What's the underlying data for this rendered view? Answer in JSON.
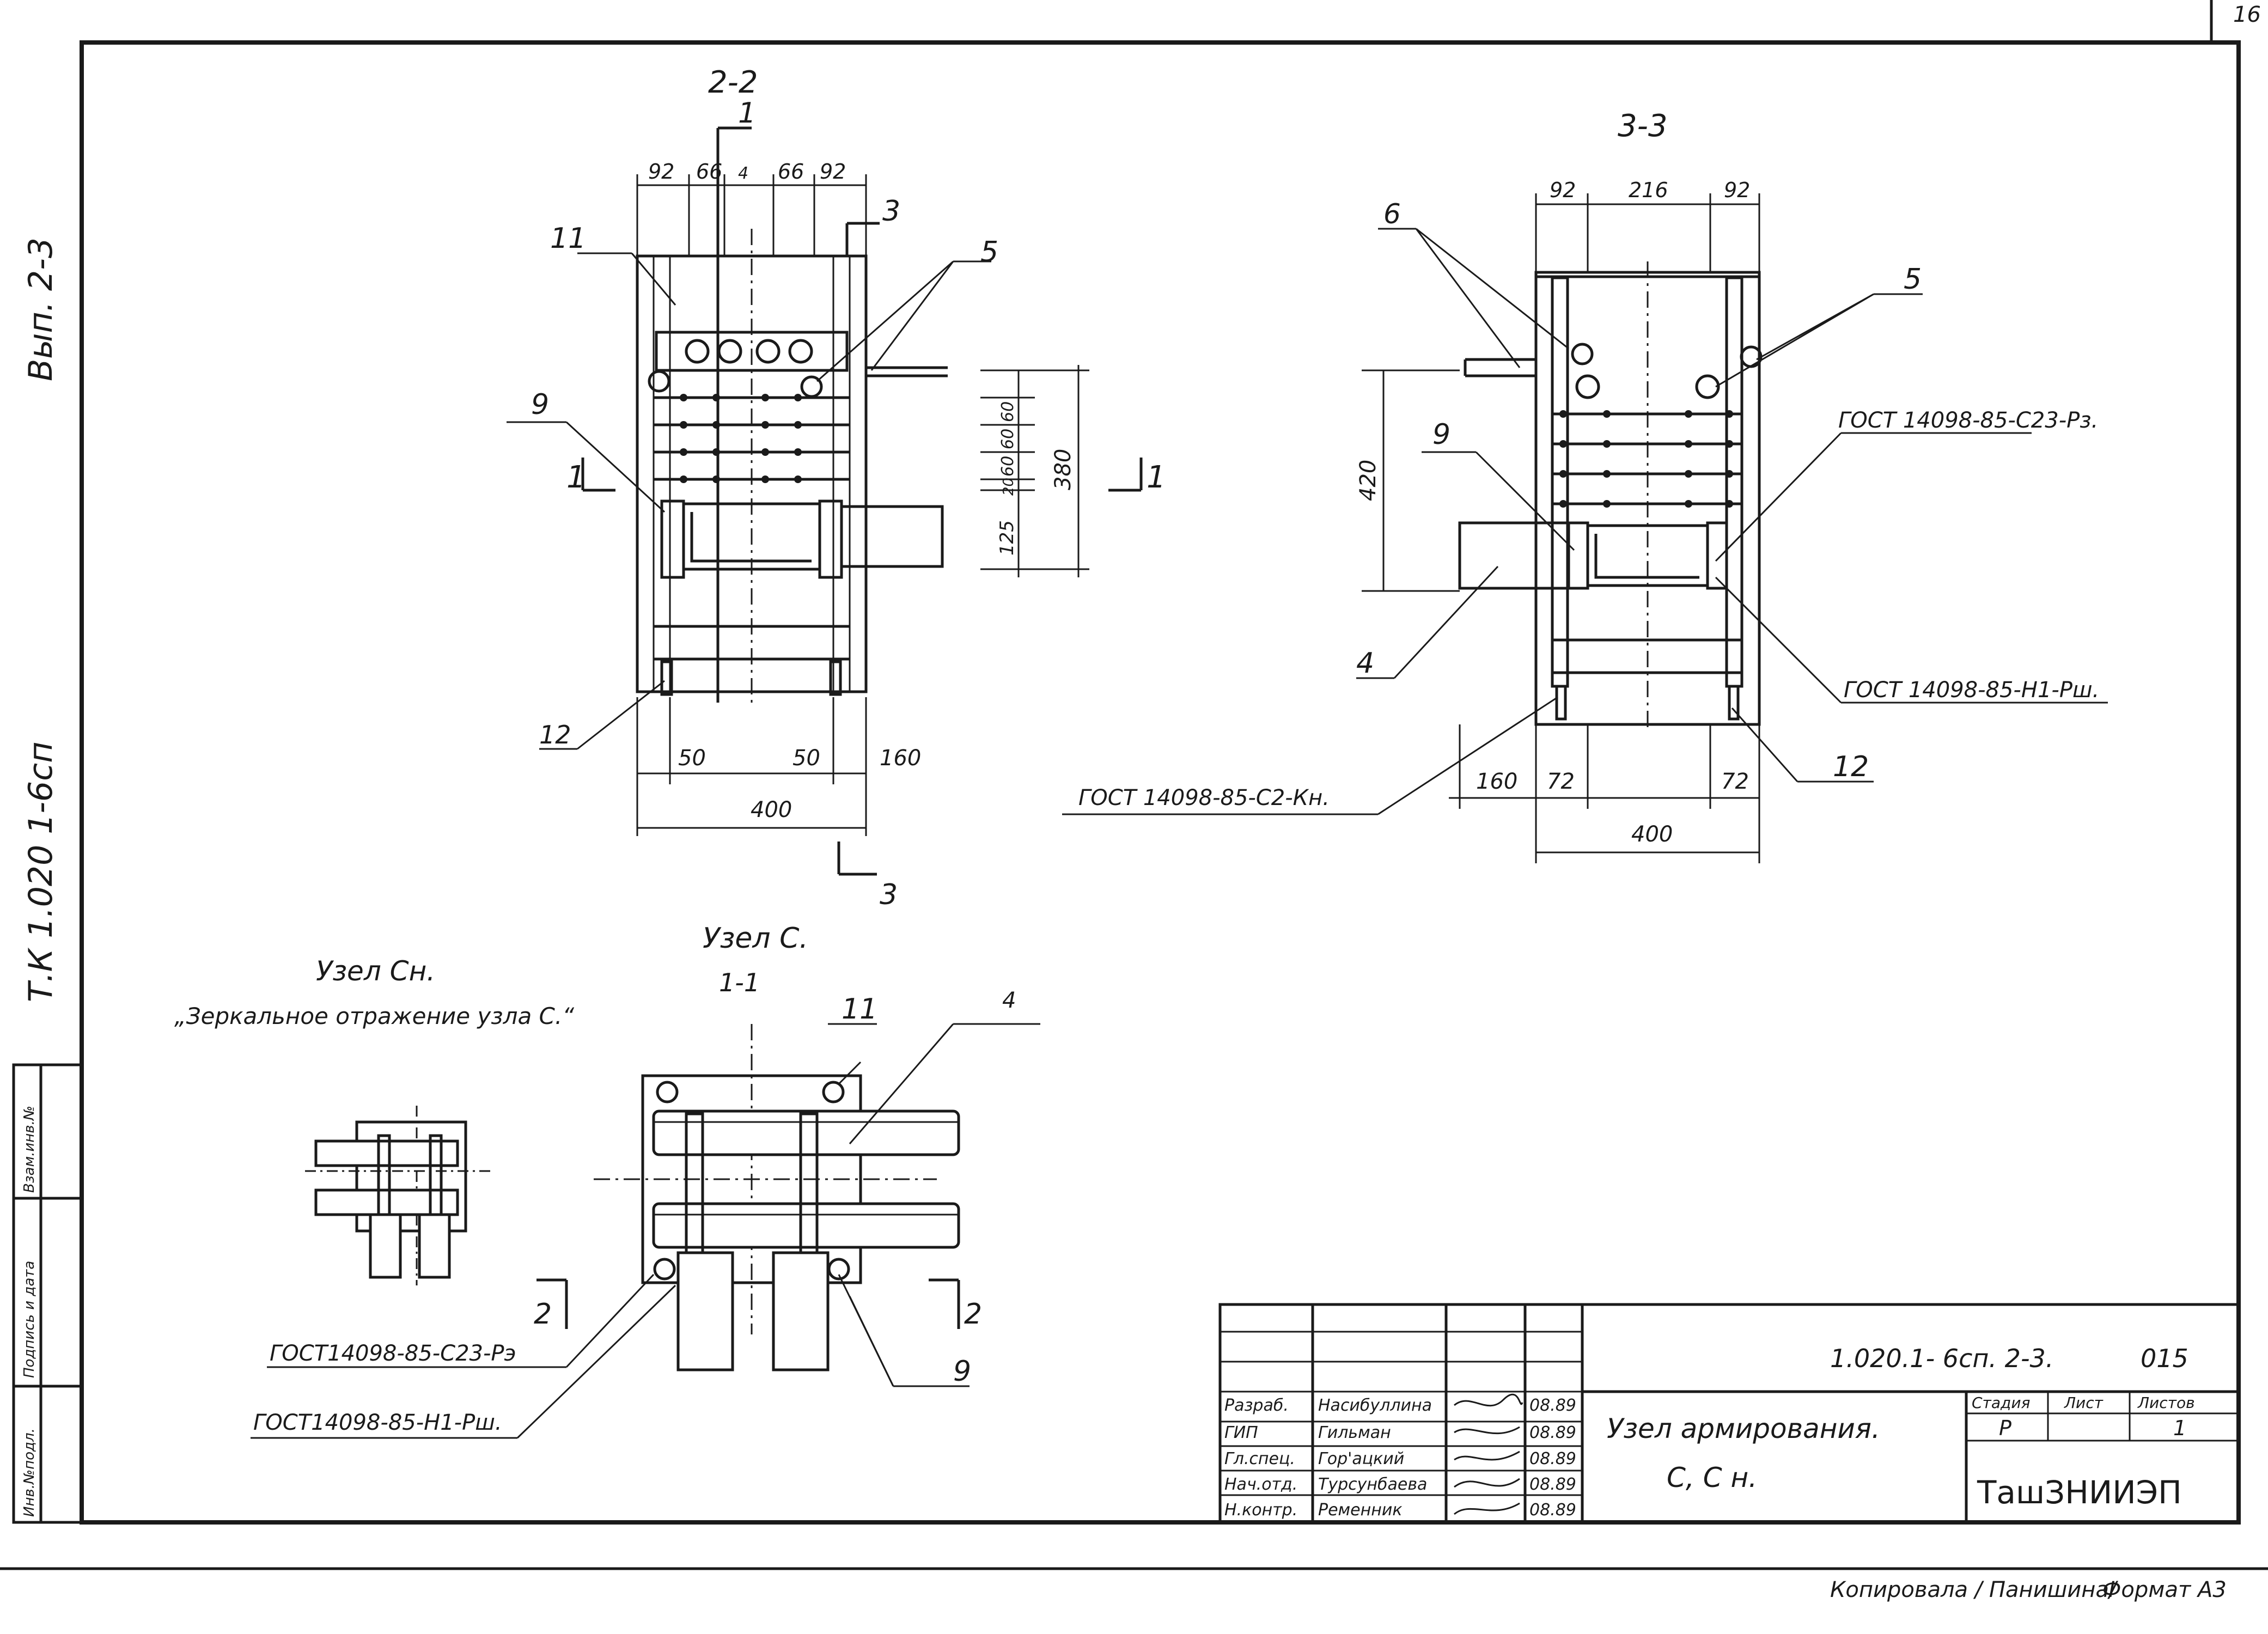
{
  "sheet_number": "16",
  "side_labels": {
    "issue": "Вып. 2-3",
    "series": "Т.К 1.020 1-6сп"
  },
  "side_stamp": [
    "Инв.№подл.",
    "Подпись и дата",
    "Взам.инв.№"
  ],
  "views": {
    "section_2_2": {
      "title": "2-2",
      "cut_mark_top": "1",
      "cut_mark_3": "3",
      "dims_top": [
        "92",
        "66",
        "4",
        "66",
        "92"
      ],
      "dims_right": [
        "60",
        "60",
        "60",
        "20",
        "125"
      ],
      "dim_total_right": "380",
      "dims_bottom": [
        "50",
        "50",
        "160"
      ],
      "dim_width": "400",
      "cut_1_left": "1",
      "cut_1_right": "1",
      "cut_3_bottom": "3",
      "callouts": {
        "c11": "11",
        "c5": "5",
        "c9": "9",
        "c12": "12"
      }
    },
    "section_3_3": {
      "title": "3-3",
      "dims_top": [
        "92",
        "216",
        "92"
      ],
      "dim_left": "420",
      "dims_bottom": [
        "160",
        "72",
        "72"
      ],
      "dim_width": "400",
      "callouts": {
        "c6": "6",
        "c5": "5",
        "c9": "9",
        "c4": "4",
        "c12": "12"
      },
      "weld_notes": [
        "ГОСТ 14098-85-С23-Рз.",
        "ГОСТ 14098-85-Н1-Рш.",
        "ГОСТ 14098-85-С2-Кн."
      ]
    },
    "node_c": {
      "title": "Узел С.",
      "cut": "1-1",
      "callouts": {
        "c11": "11",
        "c4": "4",
        "c9": "9"
      },
      "cut_2_left": "2",
      "cut_2_right": "2",
      "weld_notes": [
        "ГОСТ14098-85-С23-Рэ",
        "ГОСТ14098-85-Н1-Рш."
      ]
    },
    "node_cn": {
      "title": "Узел Сн.",
      "note": "„Зеркальное отражение узла С.“"
    }
  },
  "title_block": {
    "doc_code": "1.020.1- 6сп. 2-3.",
    "sheet_code": "015",
    "title": "Узел армирования.",
    "subtitle": "С, С н.",
    "stage_header": "Стадия",
    "sheet_header": "Лист",
    "sheets_header": "Листов",
    "stage": "Р",
    "sheets": "1",
    "org": "ТашЗНИИЭП",
    "roles": [
      {
        "role": "Разраб.",
        "name": "Насибуллина",
        "date": "08.89"
      },
      {
        "role": "ГИП",
        "name": "Гильман",
        "date": "08.89"
      },
      {
        "role": "Гл.спец.",
        "name": "Гор'ацкий",
        "date": "08.89"
      },
      {
        "role": "Нач.отд.",
        "name": "Турсунбаева",
        "date": "08.89"
      },
      {
        "role": "Н.контр.",
        "name": "Ременник",
        "date": "08.89"
      }
    ]
  },
  "footer": {
    "copied": "Копировала / Панишина/",
    "format": "Формат А3"
  }
}
